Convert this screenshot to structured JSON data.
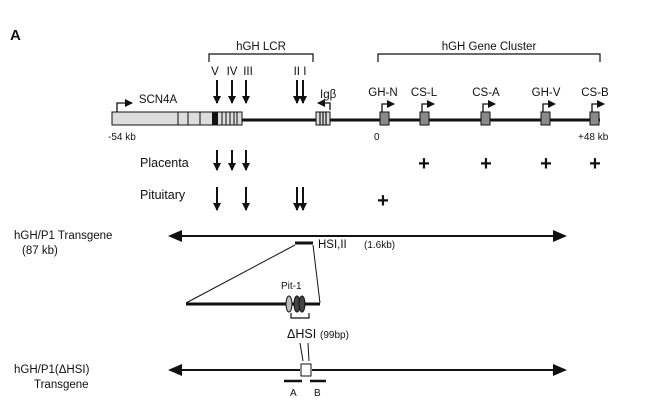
{
  "panel_label": "A",
  "brackets": {
    "lcr": "hGH LCR",
    "cluster": "hGH Gene Cluster"
  },
  "hs_sites": {
    "v": "V",
    "iv": "IV",
    "iii": "III",
    "ii_i": "II I"
  },
  "locus": {
    "scn4a": "SCN4A",
    "igb": "Igβ",
    "left_coord": "-54 kb",
    "zero_coord": "0",
    "right_coord": "+48 kb"
  },
  "genes": [
    "GH-N",
    "CS-L",
    "CS-A",
    "GH-V",
    "CS-B"
  ],
  "tissues": {
    "placenta": "Placenta",
    "pituitary": "Pituitary"
  },
  "expression_mark": "+",
  "transgene1": {
    "name": "hGH/P1 Transgene",
    "size": "(87 kb)",
    "hs_label": "HSI,II",
    "hs_size": "(1.6kb)"
  },
  "pit1": "Pit-1",
  "deletion": {
    "label": "ΔHSI",
    "size": "(99bp)"
  },
  "transgene2": {
    "name_line1": "hGH/P1(ΔHSI)",
    "name_line2": "Transgene",
    "probe_a": "A",
    "probe_b": "B"
  }
}
